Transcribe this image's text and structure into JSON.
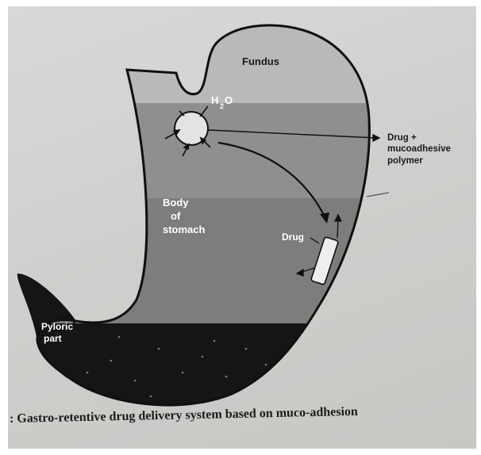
{
  "labels": {
    "fundus": "Fundus",
    "h2o_main": "H",
    "h2o_sub": "2",
    "h2o_end": "O",
    "drug_polymer_1": "Drug +",
    "drug_polymer_2": "mucoadhesive",
    "drug_polymer_3": "polymer",
    "body_1": "Body",
    "body_2": "of",
    "body_3": "stomach",
    "drug": "Drug",
    "pyloric_1": "Pyloric",
    "pyloric_2": "part"
  },
  "caption": ": Gastro-retentive drug delivery system based on muco-adhesion",
  "colors": {
    "paper": "#d2d2d0",
    "fundus": "#b9b9b7",
    "body_upper": "#8e8e8c",
    "body_lower": "#7a7a78",
    "pyloric": "#151515",
    "outline": "#101010"
  }
}
